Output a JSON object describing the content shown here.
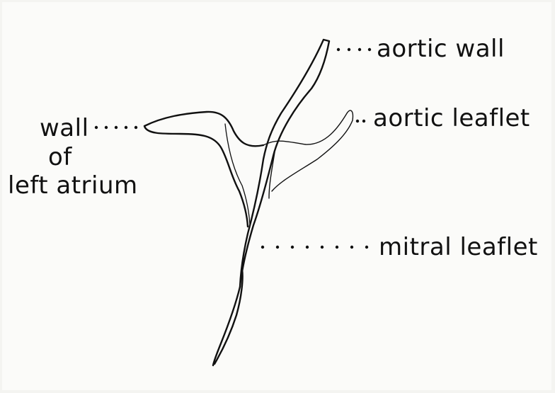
{
  "labels": {
    "aortic_wall": "aortic wall",
    "aortic_leaflet": "aortic leaflet",
    "mitral_leaflet": "mitral leaflet",
    "left_atrium_line1": "wall",
    "left_atrium_line2": "of",
    "left_atrium_line3": "left atrium"
  },
  "colors": {
    "ink": "#111111",
    "paper": "#fbfbf9",
    "border": "#f4f4f1"
  }
}
